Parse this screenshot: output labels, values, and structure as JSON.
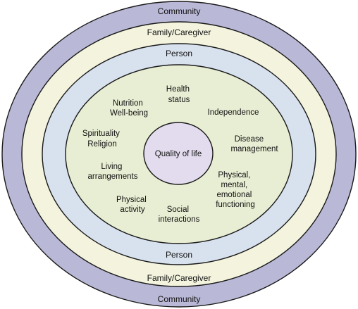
{
  "rings": {
    "community": {
      "label": "Community",
      "color": "#b9b8d6"
    },
    "family": {
      "label": "Family/Caregiver",
      "color": "#f3f3de"
    },
    "person": {
      "label": "Person",
      "color": "#d8e2ee"
    },
    "core": {
      "color": "#e8eed3"
    }
  },
  "center": {
    "label": "Quality of life",
    "color": "#e3dcee"
  },
  "factors": {
    "health_status": [
      "Health",
      "status"
    ],
    "independence": [
      "Independence"
    ],
    "nutrition": [
      "Nutrition",
      "Well-being"
    ],
    "spirituality": [
      "Spirituality",
      "Religion"
    ],
    "disease_management": [
      "Disease",
      "management"
    ],
    "living_arrangements": [
      "Living",
      "arrangements"
    ],
    "functioning": [
      "Physical,",
      "mental,",
      "emotional",
      "functioning"
    ],
    "physical_activity": [
      "Physical",
      "activity"
    ],
    "social_interactions": [
      "Social",
      "interactions"
    ]
  }
}
